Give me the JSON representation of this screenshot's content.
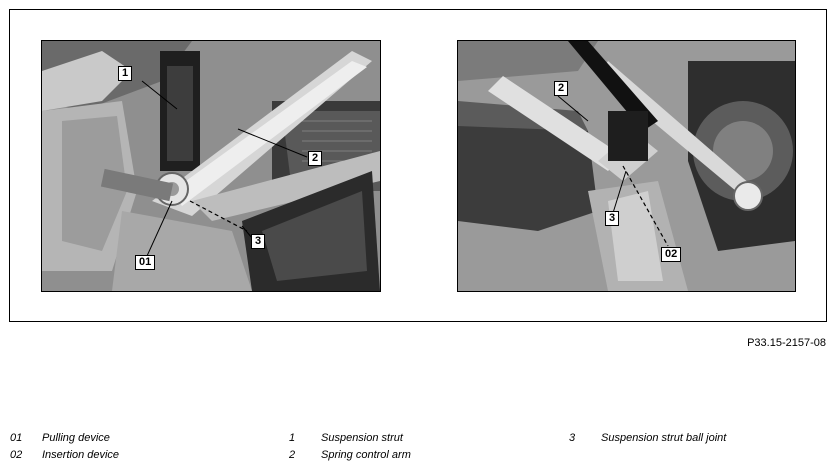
{
  "figure": {
    "left_photo": {
      "callouts": [
        "1",
        "2",
        "3",
        "01"
      ]
    },
    "right_photo": {
      "callouts": [
        "2",
        "3",
        "02"
      ]
    },
    "reference": "P33.15-2157-08"
  },
  "legend": {
    "col1": [
      {
        "key": "01",
        "text": "Pulling device"
      },
      {
        "key": "02",
        "text": "Insertion device"
      }
    ],
    "col2": [
      {
        "key": "1",
        "text": "Suspension strut"
      },
      {
        "key": "2",
        "text": "Spring control arm"
      }
    ],
    "col3": [
      {
        "key": "3",
        "text": "Suspension strut ball joint"
      }
    ]
  }
}
